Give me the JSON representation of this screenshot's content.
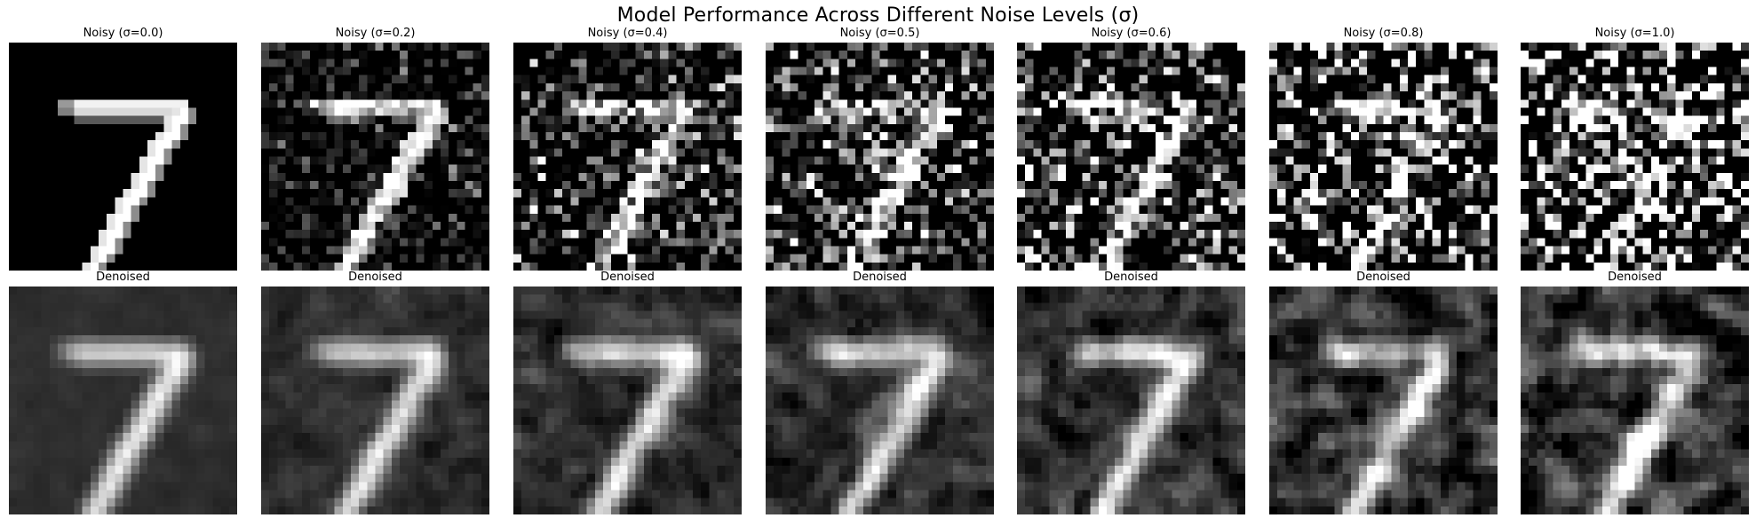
{
  "figure": {
    "title": "Model Performance Across Different Noise Levels (σ)"
  },
  "columns": [
    {
      "noisy_title": "Noisy (σ=0.0)",
      "denoised_title": "Denoised",
      "sigma": 0.0
    },
    {
      "noisy_title": "Noisy (σ=0.2)",
      "denoised_title": "Denoised",
      "sigma": 0.2
    },
    {
      "noisy_title": "Noisy (σ=0.4)",
      "denoised_title": "Denoised",
      "sigma": 0.4
    },
    {
      "noisy_title": "Noisy (σ=0.5)",
      "denoised_title": "Denoised",
      "sigma": 0.5
    },
    {
      "noisy_title": "Noisy (σ=0.6)",
      "denoised_title": "Denoised",
      "sigma": 0.6
    },
    {
      "noisy_title": "Noisy (σ=0.8)",
      "denoised_title": "Denoised",
      "sigma": 0.8
    },
    {
      "noisy_title": "Noisy (σ=1.0)",
      "denoised_title": "Denoised",
      "sigma": 1.0
    }
  ]
}
